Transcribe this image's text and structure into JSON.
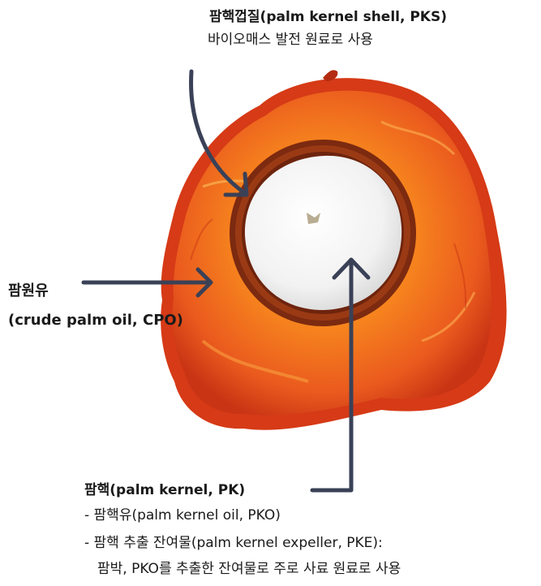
{
  "labels": {
    "shell": {
      "title": "팜핵껍질(palm kernel shell, PKS)",
      "subtitle": "바이오매스 발전 원료로 사용"
    },
    "cpo": {
      "line1": "팜원유",
      "line2": "(crude palm oil, CPO)"
    },
    "kernel": {
      "title": "팜핵(palm kernel, PK)",
      "bullet1": "- 팜핵유(palm kernel oil, PKO)",
      "bullet2": "- 팜핵 추출 잔여물(palm kernel expeller, PKE):",
      "bullet3": "팜박, PKO를 추출한 잔여물로 주로 사료 원료로 사용"
    }
  },
  "colors": {
    "arrow": "#3a4157",
    "mesocarp_outer": "#e0401c",
    "mesocarp_inner": "#f7861e",
    "shell_ring": "#7c2a10",
    "kernel": "#f4f4f4"
  }
}
